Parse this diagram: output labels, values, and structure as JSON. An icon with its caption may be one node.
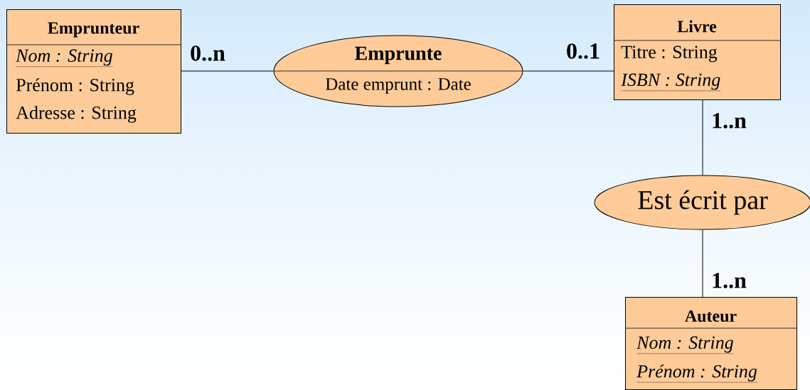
{
  "diagram": {
    "nodes": [
      {
        "text": [
          "Emprunteur",
          "Nom : String",
          "Prénom : String",
          "Adresse : String"
        ]
      },
      {
        "text": [
          "Emprunte",
          "Date emprunt : Date"
        ]
      },
      {
        "text": [
          "Livre",
          "Titre : String",
          "ISBN : String"
        ]
      },
      {
        "text": [
          "Est écrit par"
        ]
      },
      {
        "text": [
          "Auteur",
          "Nom : String",
          "Prénom : String"
        ]
      }
    ],
    "edges": [
      {
        "from": 0,
        "to": 1,
        "arrow": "none",
        "label": "0..n"
      },
      {
        "from": 1,
        "to": 2,
        "arrow": "none",
        "label": "0..1"
      },
      {
        "from": 2,
        "to": 3,
        "arrow": "none",
        "label": "1..n"
      },
      {
        "from": 3,
        "to": 4,
        "arrow": "none",
        "label": "1..n"
      }
    ]
  }
}
